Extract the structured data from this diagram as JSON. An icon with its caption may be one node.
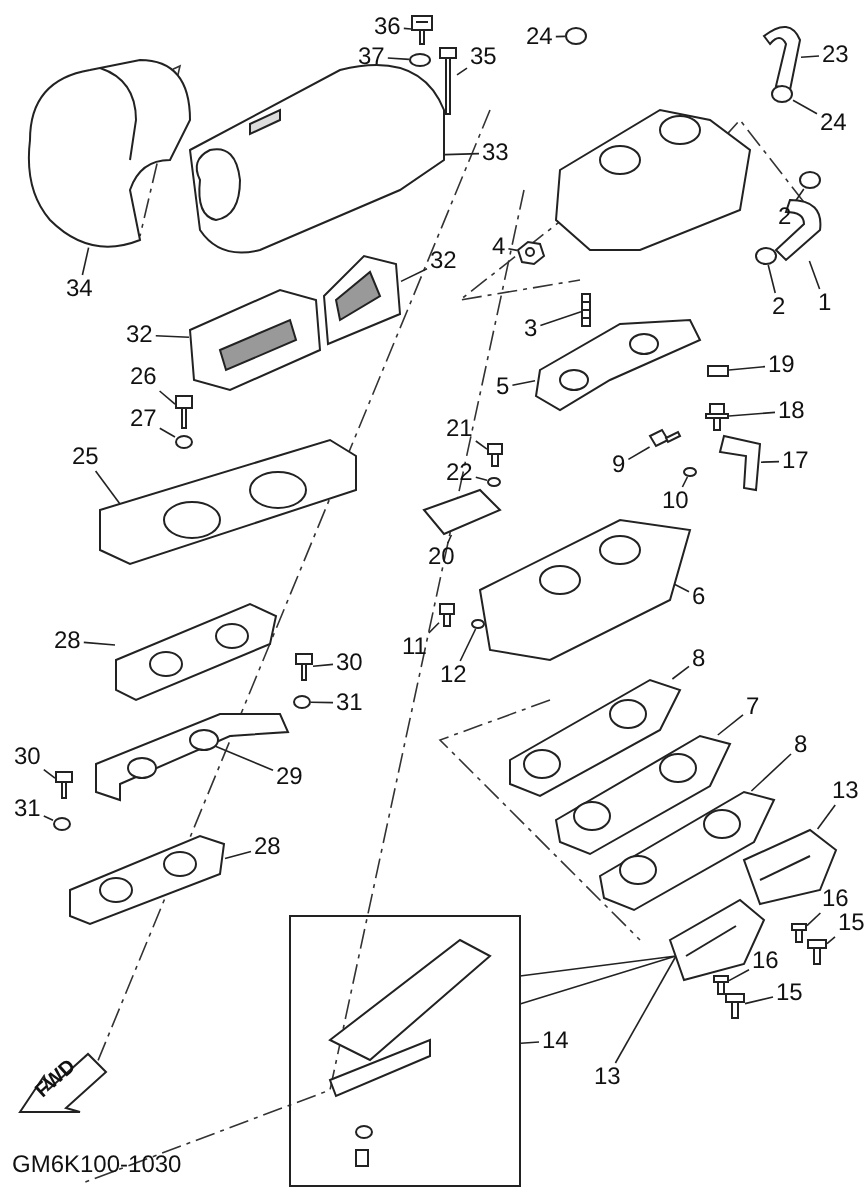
{
  "diagram": {
    "nodes": [
      {
        "text": [
          "36"
        ]
      },
      {
        "text": [
          "37"
        ]
      },
      {
        "text": [
          "35"
        ]
      },
      {
        "text": [
          "24"
        ]
      },
      {
        "text": [
          "23"
        ]
      },
      {
        "text": [
          "24"
        ]
      },
      {
        "text": [
          "33"
        ]
      },
      {
        "text": [
          "2"
        ]
      },
      {
        "text": [
          "4"
        ]
      },
      {
        "text": [
          "2"
        ]
      },
      {
        "text": [
          "1"
        ]
      },
      {
        "text": [
          "3"
        ]
      },
      {
        "text": [
          "34"
        ]
      },
      {
        "text": [
          "32"
        ]
      },
      {
        "text": [
          "32"
        ]
      },
      {
        "text": [
          "5"
        ]
      },
      {
        "text": [
          "19"
        ]
      },
      {
        "text": [
          "26"
        ]
      },
      {
        "text": [
          "18"
        ]
      },
      {
        "text": [
          "27"
        ]
      },
      {
        "text": [
          "21"
        ]
      },
      {
        "text": [
          "9"
        ]
      },
      {
        "text": [
          "17"
        ]
      },
      {
        "text": [
          "25"
        ]
      },
      {
        "text": [
          "22"
        ]
      },
      {
        "text": [
          "10"
        ]
      },
      {
        "text": [
          "20"
        ]
      },
      {
        "text": [
          "6"
        ]
      },
      {
        "text": [
          "11"
        ]
      },
      {
        "text": [
          "12"
        ]
      },
      {
        "text": [
          "28"
        ]
      },
      {
        "text": [
          "30"
        ]
      },
      {
        "text": [
          "31"
        ]
      },
      {
        "text": [
          "8"
        ]
      },
      {
        "text": [
          "7"
        ]
      },
      {
        "text": [
          "30"
        ]
      },
      {
        "text": [
          "29"
        ]
      },
      {
        "text": [
          "8"
        ]
      },
      {
        "text": [
          "31"
        ]
      },
      {
        "text": [
          "28"
        ]
      },
      {
        "text": [
          "13"
        ]
      },
      {
        "text": [
          "16"
        ]
      },
      {
        "text": [
          "15"
        ]
      },
      {
        "text": [
          "16"
        ]
      },
      {
        "text": [
          "15"
        ]
      },
      {
        "text": [
          "14"
        ]
      },
      {
        "text": [
          "13"
        ]
      },
      {
        "text": [],
        "shape": "picture"
      },
      {
        "text": [],
        "shape": "picture"
      },
      {
        "text": [],
        "shape": "picture"
      },
      {
        "text": [],
        "shape": "circle"
      },
      {
        "text": [],
        "shape": "picture"
      },
      {
        "text": [],
        "shape": "picture"
      },
      {
        "text": [],
        "shape": "picture"
      },
      {
        "text": [],
        "shape": "picture"
      },
      {
        "text": [],
        "shape": "picture"
      },
      {
        "text": [],
        "shape": "circle"
      },
      {
        "text": [],
        "shape": "picture"
      },
      {
        "text": [],
        "shape": "picture"
      },
      {
        "text": [],
        "shape": "picture"
      },
      {
        "text": [],
        "shape": "picture"
      },
      {
        "text": [],
        "shape": "circle"
      },
      {
        "text": [],
        "shape": "picture"
      },
      {
        "text": [],
        "shape": "circle"
      },
      {
        "text": [],
        "shape": "picture"
      },
      {
        "text": [],
        "shape": "picture"
      },
      {
        "text": [],
        "shape": "circle"
      },
      {
        "text": [],
        "shape": "circle"
      },
      {
        "text": [],
        "shape": "circle"
      },
      {
        "text": [],
        "shape": "circle"
      },
      {
        "text": [],
        "shape": "picture"
      },
      {
        "text": [],
        "shape": "picture"
      },
      {
        "text": [],
        "shape": "picture"
      },
      {
        "text": [],
        "shape": "box"
      },
      {
        "text": [],
        "shape": "picture"
      },
      {
        "text": [],
        "shape": "picture"
      },
      {
        "text": [],
        "shape": "picture"
      },
      {
        "text": [],
        "shape": "circle"
      },
      {
        "text": [],
        "shape": "picture"
      },
      {
        "text": [],
        "shape": "circle"
      },
      {
        "text": [],
        "shape": "picture"
      },
      {
        "text": [],
        "shape": "picture"
      },
      {
        "text": [],
        "shape": "picture"
      },
      {
        "text": [],
        "shape": "circle"
      },
      {
        "text": [],
        "shape": "picture"
      },
      {
        "text": [],
        "shape": "picture"
      },
      {
        "text": [],
        "shape": "picture"
      },
      {
        "text": [],
        "shape": "picture"
      },
      {
        "text": [],
        "shape": "picture"
      },
      {
        "text": [],
        "shape": "picture"
      },
      {
        "text": [],
        "shape": "picture"
      },
      {
        "text": [],
        "shape": "picture"
      },
      {
        "text": [],
        "shape": "picture"
      },
      {
        "text": [],
        "shape": "picture"
      }
    ],
    "edges": [
      {
        "from": 0,
        "to": 49,
        "arrow": "none"
      },
      {
        "from": 1,
        "to": 50,
        "arrow": "none"
      },
      {
        "from": 2,
        "to": 51,
        "arrow": "none"
      },
      {
        "from": 3,
        "to": 66,
        "arrow": "none"
      },
      {
        "from": 4,
        "to": 64,
        "arrow": "none"
      },
      {
        "from": 5,
        "to": 67,
        "arrow": "none"
      },
      {
        "from": 6,
        "to": 48,
        "arrow": "none"
      },
      {
        "from": 7,
        "to": 68,
        "arrow": "none"
      },
      {
        "from": 8,
        "to": 70,
        "arrow": "none"
      },
      {
        "from": 9,
        "to": 69,
        "arrow": "none"
      },
      {
        "from": 10,
        "to": 65,
        "arrow": "none"
      },
      {
        "from": 11,
        "to": 71,
        "arrow": "none"
      },
      {
        "from": 12,
        "to": 47,
        "arrow": "none"
      },
      {
        "from": 13,
        "to": 53,
        "arrow": "none"
      },
      {
        "from": 14,
        "to": 52,
        "arrow": "none"
      },
      {
        "from": 15,
        "to": 72,
        "arrow": "none"
      },
      {
        "from": 16,
        "to": 73,
        "arrow": "none"
      },
      {
        "from": 17,
        "to": 55,
        "arrow": "none"
      },
      {
        "from": 18,
        "to": 74,
        "arrow": "none"
      },
      {
        "from": 19,
        "to": 56,
        "arrow": "none"
      },
      {
        "from": 20,
        "to": 78,
        "arrow": "none"
      },
      {
        "from": 21,
        "to": 76,
        "arrow": "none"
      },
      {
        "from": 22,
        "to": 75,
        "arrow": "none"
      },
      {
        "from": 23,
        "to": 54,
        "arrow": "none"
      },
      {
        "from": 24,
        "to": 79,
        "arrow": "none"
      },
      {
        "from": 25,
        "to": 77,
        "arrow": "none"
      },
      {
        "from": 26,
        "to": 80,
        "arrow": "none"
      },
      {
        "from": 27,
        "to": 81,
        "arrow": "none"
      },
      {
        "from": 28,
        "to": 82,
        "arrow": "none"
      },
      {
        "from": 29,
        "to": 83,
        "arrow": "none"
      },
      {
        "from": 30,
        "to": 57,
        "arrow": "none"
      },
      {
        "from": 31,
        "to": 60,
        "arrow": "none"
      },
      {
        "from": 32,
        "to": 61,
        "arrow": "none"
      },
      {
        "from": 33,
        "to": 84,
        "arrow": "none"
      },
      {
        "from": 34,
        "to": 85,
        "arrow": "none"
      },
      {
        "from": 35,
        "to": 62,
        "arrow": "none"
      },
      {
        "from": 36,
        "to": 58,
        "arrow": "none"
      },
      {
        "from": 37,
        "to": 86,
        "arrow": "none"
      },
      {
        "from": 38,
        "to": 63,
        "arrow": "none"
      },
      {
        "from": 39,
        "to": 59,
        "arrow": "none"
      },
      {
        "from": 40,
        "to": 87,
        "arrow": "none"
      },
      {
        "from": 41,
        "to": 89,
        "arrow": "none"
      },
      {
        "from": 42,
        "to": 90,
        "arrow": "none"
      },
      {
        "from": 43,
        "to": 91,
        "arrow": "none"
      },
      {
        "from": 44,
        "to": 92,
        "arrow": "none"
      },
      {
        "from": 45,
        "to": 93,
        "arrow": "none"
      },
      {
        "from": 46,
        "to": 88,
        "arrow": "none"
      },
      {
        "from": 93,
        "to": 88,
        "arrow": "none"
      }
    ],
    "labels": [
      "FWD",
      "GM6K100-1030"
    ]
  }
}
